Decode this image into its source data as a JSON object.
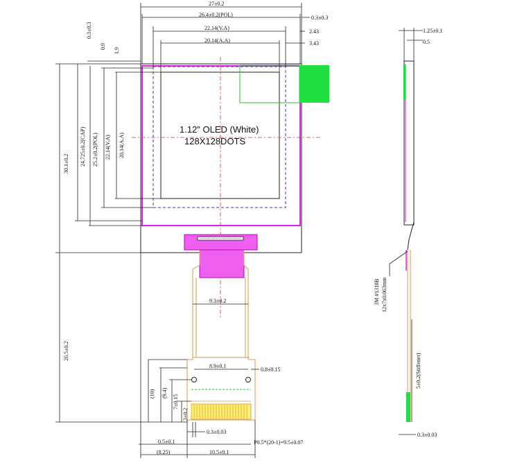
{
  "title": {
    "line1": "1.12\" OLED (White)",
    "line2": "128X128DOTS"
  },
  "colors": {
    "polarizer": "#e020e0",
    "active_area": "#3030d0",
    "center_line": "#e03030",
    "fpc": "#d89a50",
    "green": "#20e040",
    "magenta_fill": "#f060f0",
    "yellow_fill": "#ffee70"
  },
  "dims": {
    "top_width": "27±0.2",
    "pol_width": "26.4±0.2(POL)",
    "va_width": "22.14(V.A)",
    "aa_width": "20.14(A.A)",
    "gap_right_1": "0.3±0.3",
    "gap_right_2": "2.43",
    "gap_right_3": "3.43",
    "left_1": "0.3±0.3",
    "left_2": "0.9",
    "left_3": "1.9",
    "v_total": "30.1±0.2",
    "v_cap": "24.725±0.2(CAP)",
    "v_pol": "25.2±0.2(POL)",
    "v_va": "22.14(V.A)",
    "v_aa": "20.14(A.A)",
    "tail_length": "26.5±0.2",
    "fpc_width": "9.3±0.2",
    "hole_pitch": "8.9±0.1",
    "hole_dia": "0.8±0.15",
    "d_10": "(10)",
    "d_94": "(9.4)",
    "d_7": "7±0.15",
    "d_3": "3±0.2",
    "pin_thk": "0.3±0.03",
    "edge_05": "0.5±0.1",
    "pin_pitch": "P0.5*(20-1)=9.5±0.07",
    "d_825": "(8.25)",
    "stiff_width": "10.5±0.1",
    "side_thk": "1.25±0.1",
    "side_05": "0.5",
    "tape": "3M #1318B",
    "tape_size": "12x7x0.063mm",
    "stiffener": "5±0.2(Stiffener)",
    "side_bottom": "0.3±0.03"
  }
}
